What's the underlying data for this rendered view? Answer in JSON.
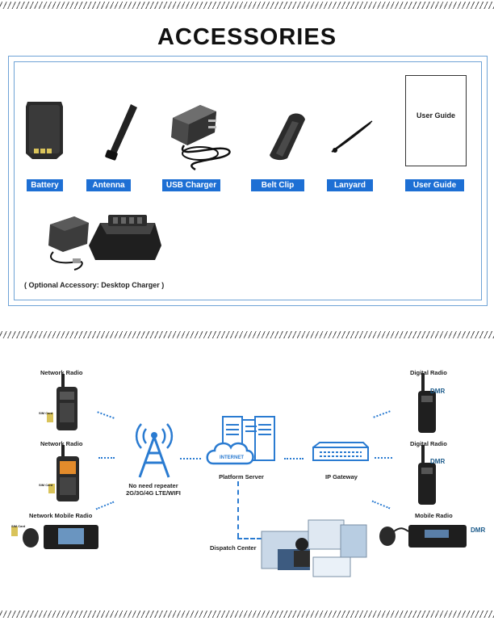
{
  "heading": "ACCESSORIES",
  "accessories": [
    {
      "label": "Battery"
    },
    {
      "label": "Antenna"
    },
    {
      "label": "USB Charger"
    },
    {
      "label": "Belt Clip"
    },
    {
      "label": "Lanyard"
    },
    {
      "label": "User Guide"
    }
  ],
  "user_guide_cover": "User Guide",
  "optional_note": "( Optional Accessory: Desktop Charger )",
  "network": {
    "network_radio_1": "Network Radio",
    "network_radio_2": "Network Radio",
    "network_mobile_radio": "Network Mobile Radio",
    "tower_line1": "No need repeater",
    "tower_line2": "2G/3G/4G LTE/WIFI",
    "internet": "INTERNET",
    "platform_server": "Platform Server",
    "ip_gateway": "IP Gateway",
    "dispatch_center": "Dispatch Center",
    "digital_radio_1": "Digital Radio",
    "digital_radio_2": "Digital Radio",
    "mobile_radio": "Mobile Radio",
    "dmr": "DMR",
    "sim_card": "SIM Card"
  },
  "colors": {
    "accent": "#1d6fd4",
    "line": "#2a7bd1",
    "frame": "#6fa3d6"
  }
}
